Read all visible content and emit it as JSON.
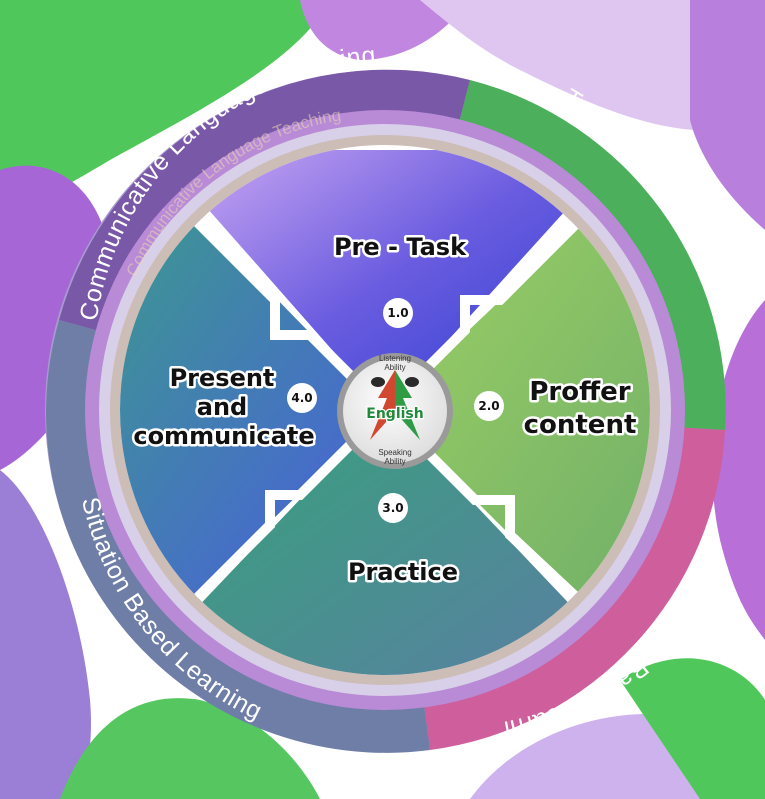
{
  "ring_labels": {
    "top": "Communicative Language Teaching",
    "top_ghost": "Communicative Language Teaching",
    "right": "Task Based Learning",
    "bottom_right": "Activity Based Learning",
    "bottom_left": "Situation Based Learning"
  },
  "quadrants": {
    "top": {
      "label": "Pre - Task",
      "badge": "1.0"
    },
    "right": {
      "label_line1": "Proffer",
      "label_line2": "content",
      "badge": "2.0"
    },
    "bottom": {
      "label": "Practice",
      "badge": "3.0"
    },
    "left": {
      "label_line1": "Present",
      "label_line2": "and",
      "label_line3": "communicate",
      "badge": "4.0"
    }
  },
  "hub": {
    "top_line1": "Listening",
    "top_line2": "Ability",
    "word": "English",
    "bottom_line1": "Speaking",
    "bottom_line2": "Ability"
  },
  "colors": {
    "ring_purple": "#7a58a8",
    "ring_green": "#4caf5b",
    "ring_pink": "#cf5f9c",
    "ring_slate": "#6f7ea6",
    "quad_top": "#5a52d8",
    "quad_right": "#8cc05e",
    "quad_bottom": "#3f9c86",
    "quad_left": "#4a7fc7"
  }
}
